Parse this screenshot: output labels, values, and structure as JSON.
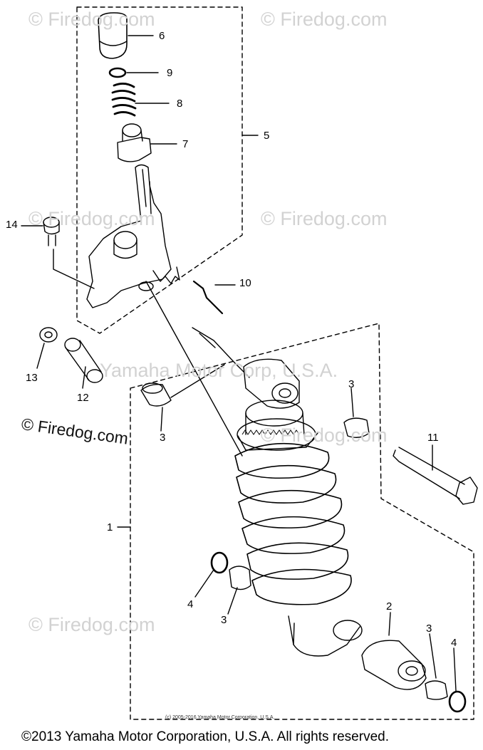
{
  "watermarks": {
    "firedog": "© Firedog.com",
    "yamaha": "Yamaha Motor Corp, U.S.A."
  },
  "labels": {
    "p1": "1",
    "p2": "2",
    "p3": "3",
    "p4": "4",
    "p5": "5",
    "p6": "6",
    "p7": "7",
    "p8": "8",
    "p9": "9",
    "p10": "10",
    "p11": "11",
    "p12": "12",
    "p13": "13",
    "p14": "14"
  },
  "small_copyright": "(c) 2005-2016 Yamaha Motor Corporation, U.S.A.",
  "footer": "©2013 Yamaha Motor Corporation, U.S.A. All rights reserved."
}
